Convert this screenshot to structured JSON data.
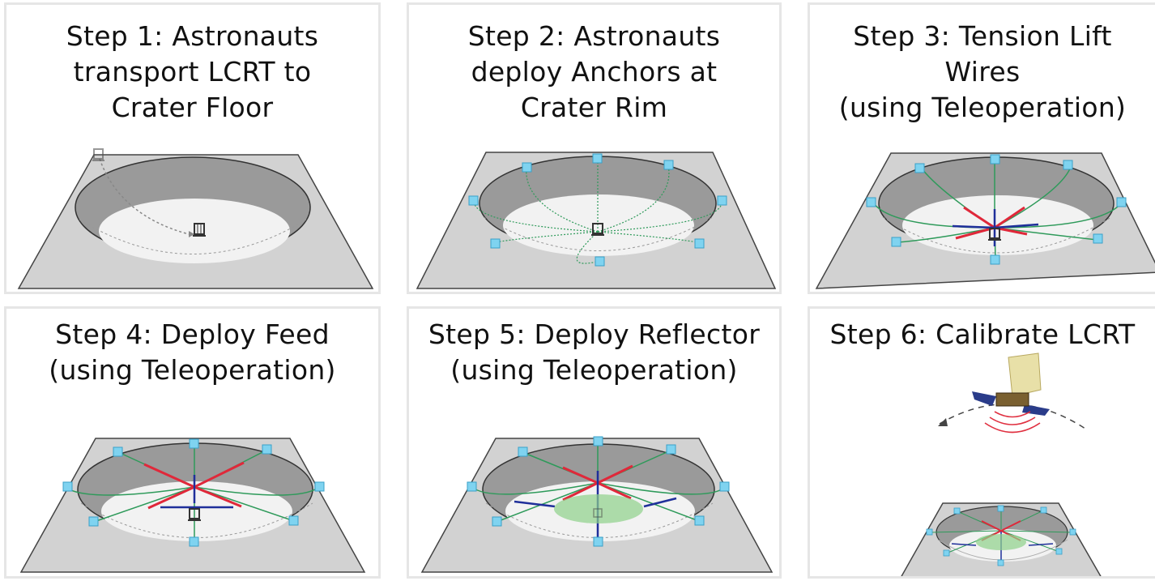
{
  "figure": {
    "steps": [
      {
        "number": 1,
        "title_lines": [
          "Step 1: Astronauts",
          "transport LCRT to",
          "Crater Floor"
        ]
      },
      {
        "number": 2,
        "title_lines": [
          "Step 2: Astronauts",
          "deploy Anchors at",
          "Crater Rim"
        ]
      },
      {
        "number": 3,
        "title_lines": [
          "Step 3: Tension Lift",
          "Wires",
          "(using Teleoperation)"
        ]
      },
      {
        "number": 4,
        "title_lines": [
          "Step 4: Deploy Feed",
          "(using Teleoperation)"
        ]
      },
      {
        "number": 5,
        "title_lines": [
          "Step 5: Deploy Reflector",
          "(using Teleoperation)"
        ]
      },
      {
        "number": 6,
        "title_lines": [
          "Step 6: Calibrate LCRT"
        ]
      }
    ],
    "colors": {
      "ground": "#d2d2d2",
      "crater_wall": "#9a9a9a",
      "crater_floor": "#f2f2f2",
      "anchor": "#7fd3f0",
      "wire_green": "#2e9a5a",
      "wire_red": "#e0283a",
      "wire_blue": "#1f2f9a",
      "reflector": "#8fd28a",
      "signal": "#e03040"
    }
  }
}
